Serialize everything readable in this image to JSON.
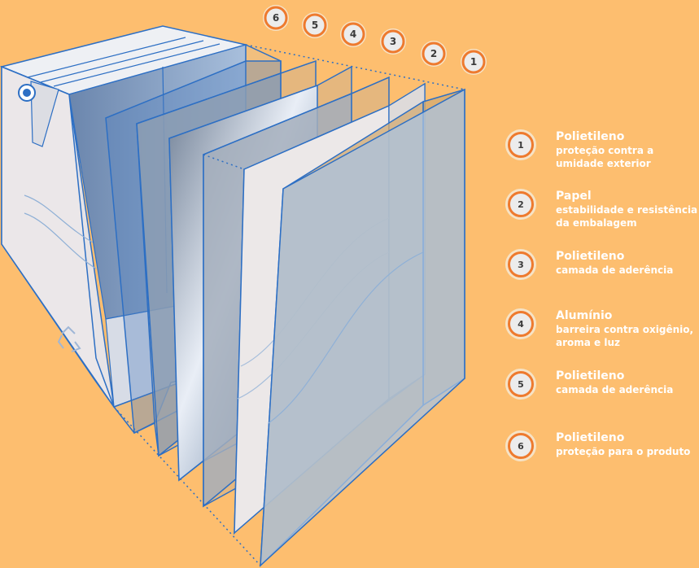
{
  "layers": [
    {
      "number": "1",
      "title": "Polietileno",
      "desc_lines": [
        "proteção contra a",
        "umidade exterior"
      ]
    },
    {
      "number": "2",
      "title": "Papel",
      "desc_lines": [
        "estabilidade e resistência",
        "da embalagem"
      ]
    },
    {
      "number": "3",
      "title": "Polietileno",
      "desc_lines": [
        "camada de aderência"
      ]
    },
    {
      "number": "4",
      "title": "Alumínio",
      "desc_lines": [
        "barreira contra oxigênio,",
        "aroma e luz"
      ]
    },
    {
      "number": "5",
      "title": "Polietileno",
      "desc_lines": [
        "camada de aderência"
      ]
    },
    {
      "number": "6",
      "title": "Polietileno",
      "desc_lines": [
        "proteção para o produto"
      ]
    }
  ],
  "colors": {
    "background": "#fdbe6f",
    "outline_blue": "#2d6fc4",
    "badge_ring": "#ee7a2e",
    "badge_fill": "#ececec"
  },
  "icons": {
    "carton": "carton-box-icon",
    "recycle": "recycle-icon",
    "brand_seal": "brand-seal-icon"
  }
}
